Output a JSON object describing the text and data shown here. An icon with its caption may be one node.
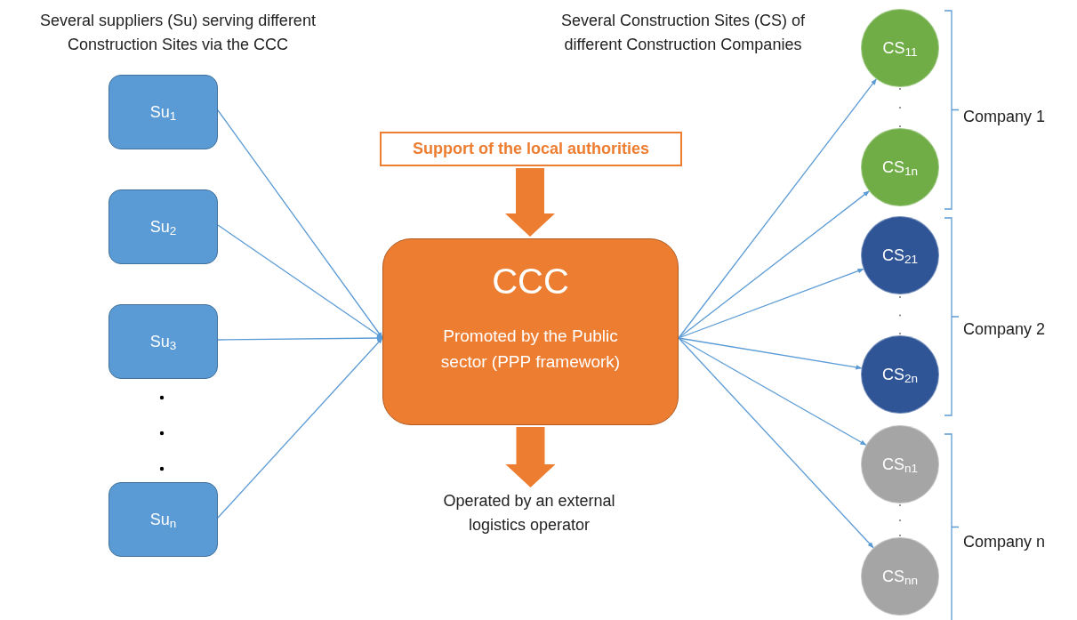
{
  "diagram": {
    "nodes": [
      {
        "text": [
          "Su$_{1}$"
        ]
      },
      {
        "text": [
          "Su$_{2}$"
        ]
      },
      {
        "text": [
          "Su$_{3}$"
        ]
      },
      {
        "text": [
          "Su$_{n}$"
        ]
      },
      {
        "text": [
          "Support of the local authorities"
        ]
      },
      {
        "text": [
          "CCC",
          "Promoted by the Public sector (PPP framework)"
        ]
      },
      {
        "text": [
          "Operated by an external logistics operator"
        ]
      },
      {
        "text": [
          "CS$_{11}$"
        ]
      },
      {
        "text": [
          "CS$_{1n}$"
        ]
      },
      {
        "text": [
          "CS$_{21}$"
        ]
      },
      {
        "text": [
          "CS$_{2n}$"
        ]
      },
      {
        "text": [
          "CS$_{n1}$"
        ]
      },
      {
        "text": [
          "CS$_{nn}$"
        ]
      }
    ],
    "edges": [
      {
        "from": 0,
        "to": 5,
        "arrow": "to"
      },
      {
        "from": 1,
        "to": 5,
        "arrow": "to"
      },
      {
        "from": 2,
        "to": 5,
        "arrow": "to"
      },
      {
        "from": 3,
        "to": 5,
        "arrow": "to"
      },
      {
        "from": 4,
        "to": 5,
        "arrow": "to",
        "style": "thick",
        "color": "#ed7d31"
      },
      {
        "from": 5,
        "to": 6,
        "arrow": "to",
        "style": "thick",
        "color": "#ed7d31"
      },
      {
        "from": 5,
        "to": 7,
        "arrow": "to"
      },
      {
        "from": 5,
        "to": 8,
        "arrow": "to"
      },
      {
        "from": 5,
        "to": 9,
        "arrow": "to"
      },
      {
        "from": 5,
        "to": 10,
        "arrow": "to"
      },
      {
        "from": 5,
        "to": 11,
        "arrow": "to"
      },
      {
        "from": 5,
        "to": 12,
        "arrow": "to"
      }
    ],
    "labels": [
      "Several suppliers (Su) serving different Construction Sites via the CCC",
      "Several Construction Sites (CS) of different Construction Companies",
      "Company 1",
      "Company 2",
      "Company n"
    ]
  }
}
